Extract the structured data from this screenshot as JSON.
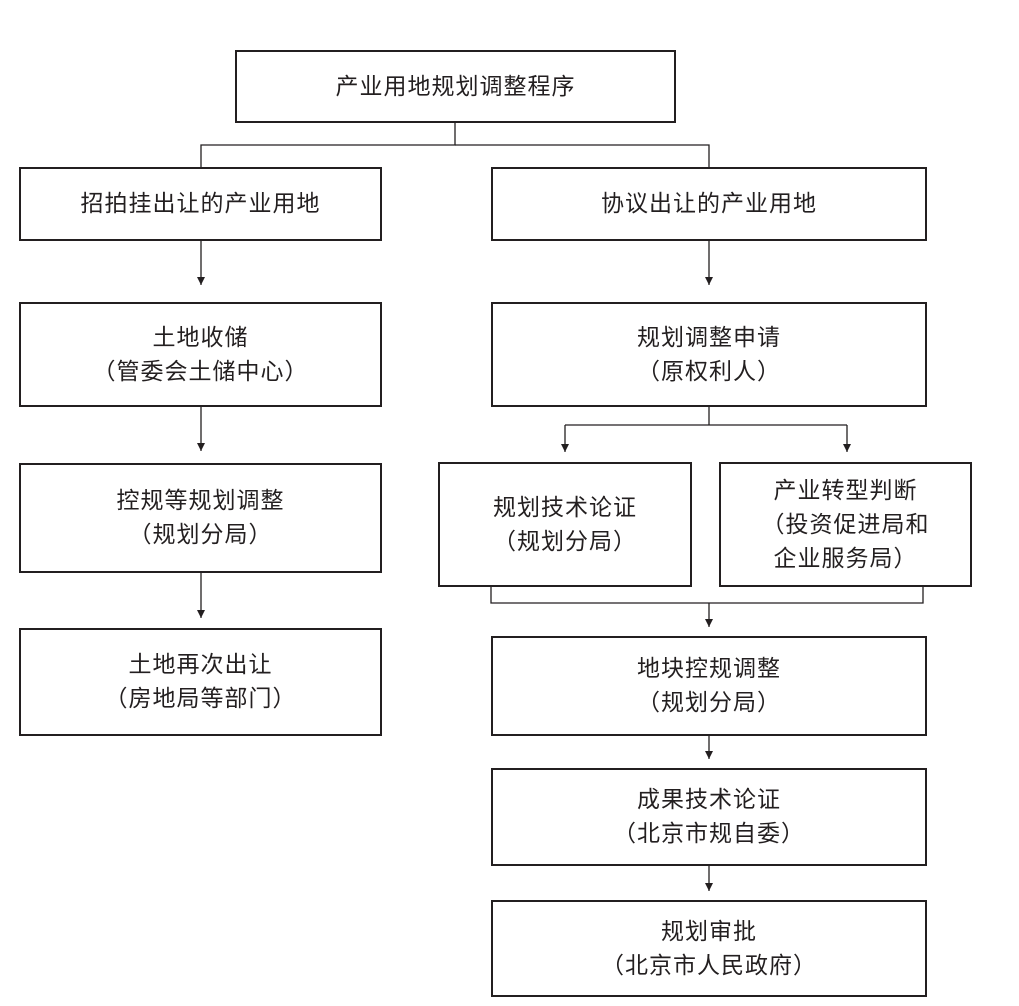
{
  "diagram": {
    "root": {
      "title": "产业用地规划调整程序"
    },
    "left_branch": {
      "header": "招拍挂出让的产业用地",
      "steps": [
        {
          "title": "土地收储",
          "agency": "（管委会土储中心）"
        },
        {
          "title": "控规等规划调整",
          "agency": "（规划分局）"
        },
        {
          "title": "土地再次出让",
          "agency": "（房地局等部门）"
        }
      ]
    },
    "right_branch": {
      "header": "协议出让的产业用地",
      "application": {
        "title": "规划调整申请",
        "agency": "（原权利人）"
      },
      "parallel": [
        {
          "title": "规划技术论证",
          "agency": "（规划分局）"
        },
        {
          "title": "产业转型判断",
          "agency_line1": "（投资促进局和",
          "agency_line2": "企业服务局）"
        }
      ],
      "steps": [
        {
          "title": "地块控规调整",
          "agency": "（规划分局）"
        },
        {
          "title": "成果技术论证",
          "agency": "（北京市规自委）"
        },
        {
          "title": "规划审批",
          "agency": "（北京市人民政府）"
        }
      ]
    }
  },
  "colors": {
    "line": "#231f20",
    "background": "#ffffff"
  }
}
